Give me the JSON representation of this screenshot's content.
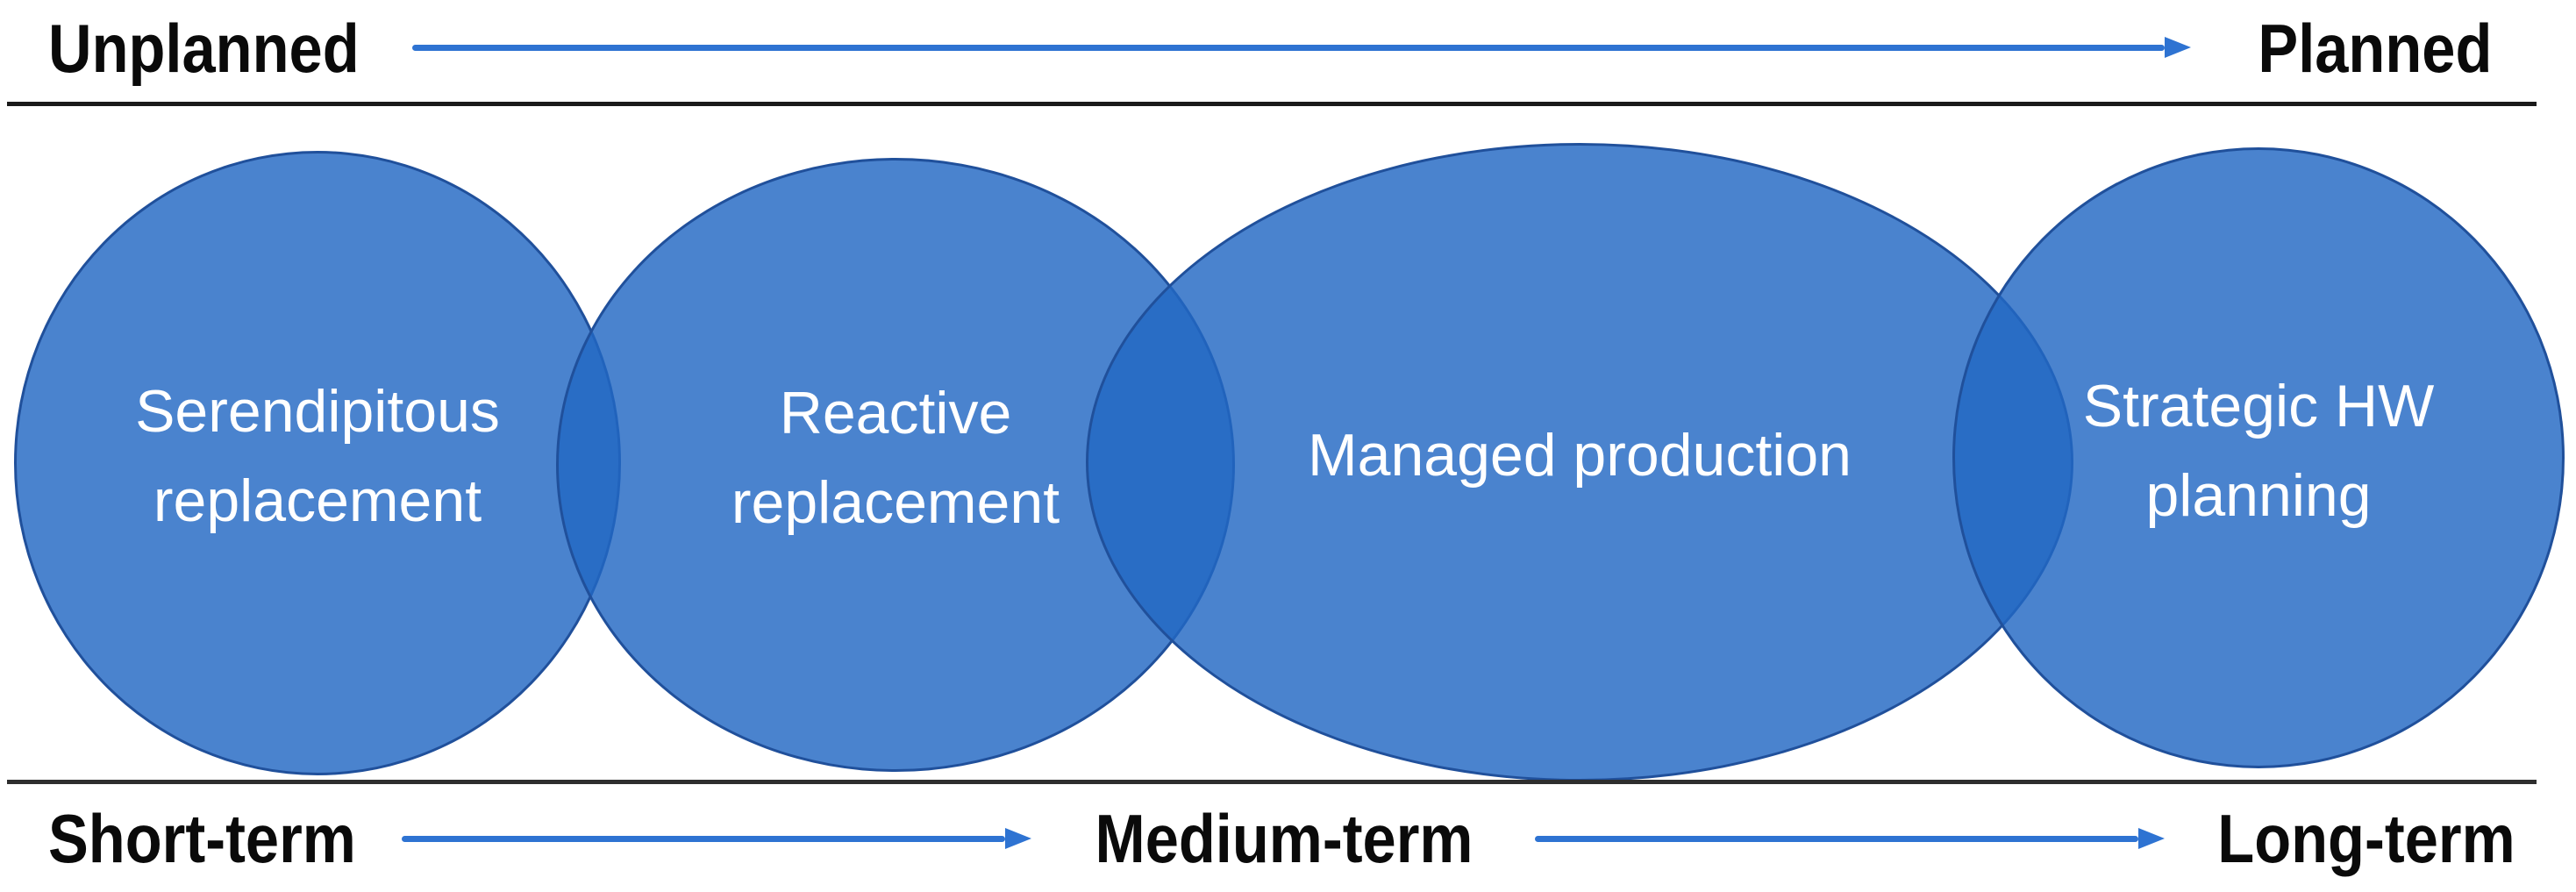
{
  "diagram": {
    "top_axis": {
      "left_label": "Unplanned",
      "right_label": "Planned"
    },
    "bottom_axis": {
      "left_label": "Short-term",
      "middle_label": "Medium-term",
      "right_label": "Long-term"
    },
    "stages": [
      {
        "label": "Serendipitous replacement"
      },
      {
        "label": "Reactive replacement"
      },
      {
        "label": "Managed production"
      },
      {
        "label": "Strategic HW planning"
      }
    ]
  },
  "colors": {
    "arrow_blue": "#2e73d2",
    "ellipse_fill": "rgba(34,104,195,0.82)",
    "ellipse_border": "#20509b",
    "ellipse_overlap": "#2d70c6",
    "divider_top": "#1a1a1a",
    "divider_bottom": "#2e2e2e",
    "label_color": "#0a0a0a",
    "stage_text_color": "#ffffff"
  }
}
